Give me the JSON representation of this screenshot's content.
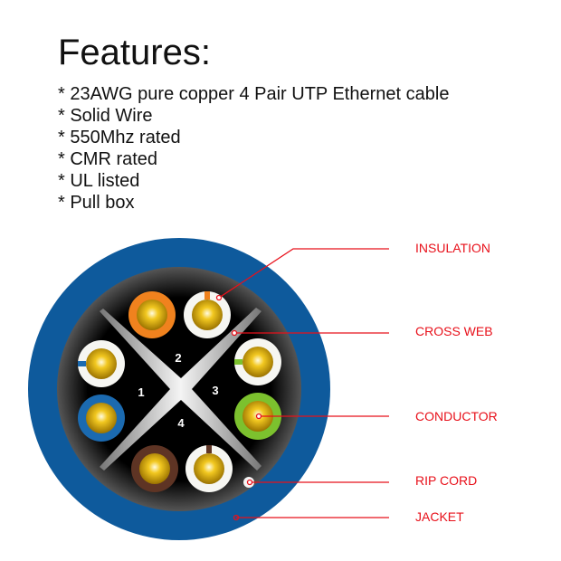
{
  "title": "Features:",
  "features": [
    "* 23AWG pure copper 4 Pair UTP Ethernet cable",
    "* Solid Wire",
    "* 550Mhz rated",
    "* CMR rated",
    "* UL listed",
    "* Pull box"
  ],
  "diagram": {
    "pair_numbers": [
      "1",
      "2",
      "3",
      "4"
    ],
    "labels": {
      "insulation": "INSULATION",
      "cross_web": "CROSS WEB",
      "conductor": "CONDUCTOR",
      "rip_cord": "RIP CORD",
      "jacket": "JACKET"
    },
    "colors": {
      "jacket": "#0e5a9c",
      "core": "#1a1a1a",
      "leader": "#e8101a",
      "orange": "#f0821e",
      "blue": "#1b6ab0",
      "green": "#7cc12e",
      "brown": "#5e3424",
      "copper": "#d9a800"
    }
  }
}
